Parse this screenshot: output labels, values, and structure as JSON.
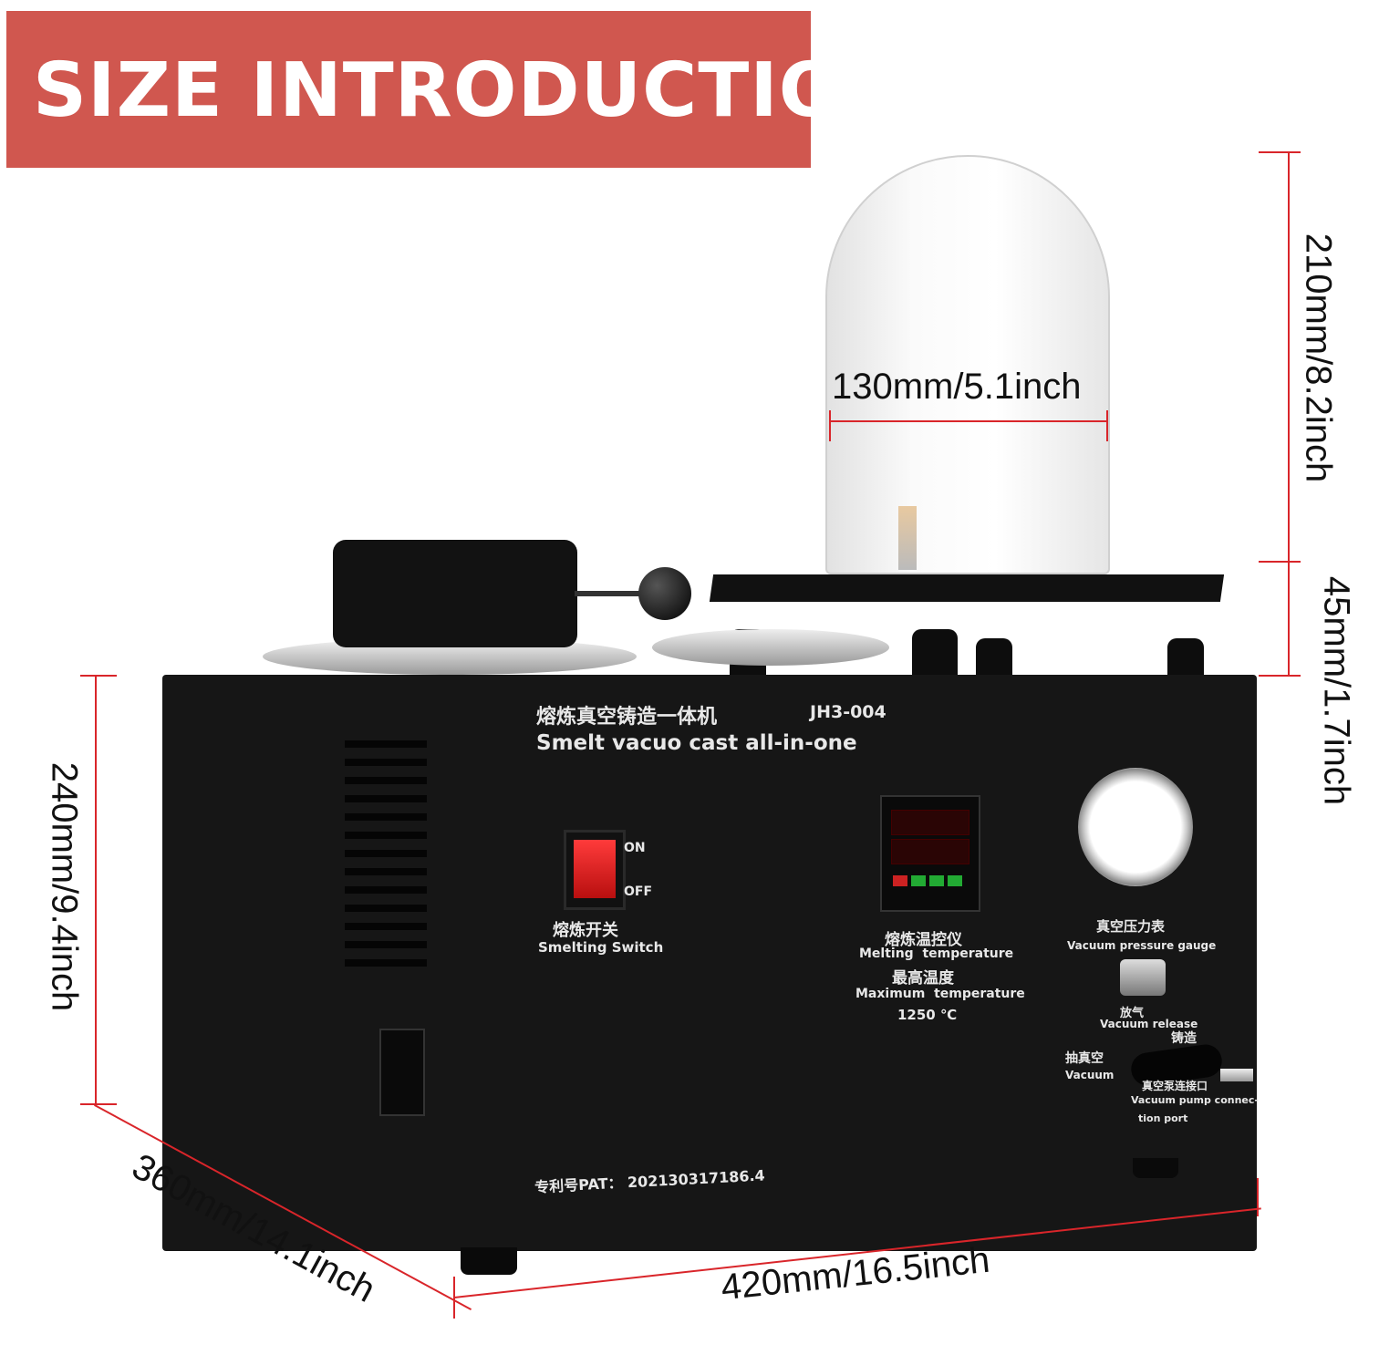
{
  "banner": {
    "title": "SIZE INTRODUCTION",
    "color": "#d0574f"
  },
  "dimensions": {
    "jar_width": "130mm/5.1inch",
    "jar_height": "210mm/8.2inch",
    "platform_height": "45mm/1.7inch",
    "body_height": "240mm/9.4inch",
    "depth": "360mm/14.1inch",
    "width": "420mm/16.5inch",
    "line_color": "#d9252a"
  },
  "machine": {
    "title_cn": "熔炼真空铸造一体机",
    "model": "JH3-004",
    "title_en": "Smelt vacuo cast all-in-one",
    "switch": {
      "on": "ON",
      "off": "OFF",
      "label_cn": "熔炼开关",
      "label_en": "Smelting Switch"
    },
    "controller": {
      "label_cn": "熔炼温控仪",
      "label_en": "Melting  temperature",
      "max_cn": "最高温度",
      "max_en": "Maximum  temperature",
      "max_value": "1250 ℃"
    },
    "gauge": {
      "label_cn": "真空压力表",
      "label_en": "Vacuum pressure gauge"
    },
    "release": {
      "label_cn": "放气",
      "label_en": "Vacuum release"
    },
    "casting": {
      "label_cn": "铸造"
    },
    "vacuum": {
      "label_cn": "抽真空",
      "label_en": "Vacuum"
    },
    "pump_port": {
      "label_cn": "真空泵连接口",
      "label_en_1": "Vacuum pump connec-",
      "label_en_2": "tion port"
    },
    "patent": "专利号PAT： 202130317186.4"
  }
}
